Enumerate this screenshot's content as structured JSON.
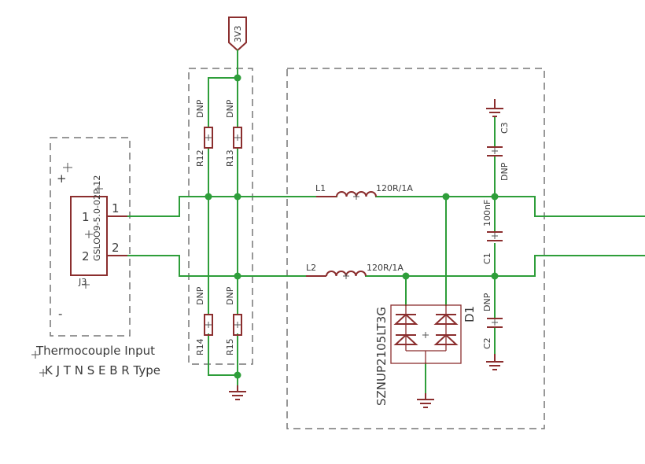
{
  "power": {
    "supply_label": "3V3"
  },
  "connector": {
    "ref": "J3",
    "value": "GSLOO9-5.0-02P-12",
    "pin1": "1",
    "pin2": "2",
    "plus": "+",
    "minus": "-",
    "caption_line1": "Thermocouple Input",
    "caption_line2": "K J T N S E B R Type"
  },
  "resistors": [
    {
      "ref": "R12",
      "value": "DNP"
    },
    {
      "ref": "R13",
      "value": "DNP"
    },
    {
      "ref": "R14",
      "value": "DNP"
    },
    {
      "ref": "R15",
      "value": "DNP"
    }
  ],
  "inductors": [
    {
      "ref": "L1",
      "value": "120R/1A"
    },
    {
      "ref": "L2",
      "value": "120R/1A"
    }
  ],
  "capacitors": [
    {
      "ref": "C3",
      "value": "DNP"
    },
    {
      "ref": "C1",
      "value": "100nF"
    },
    {
      "ref": "C2",
      "value": "DNP"
    }
  ],
  "diode": {
    "ref": "D1",
    "value": "SZNUP2105LT3G"
  }
}
